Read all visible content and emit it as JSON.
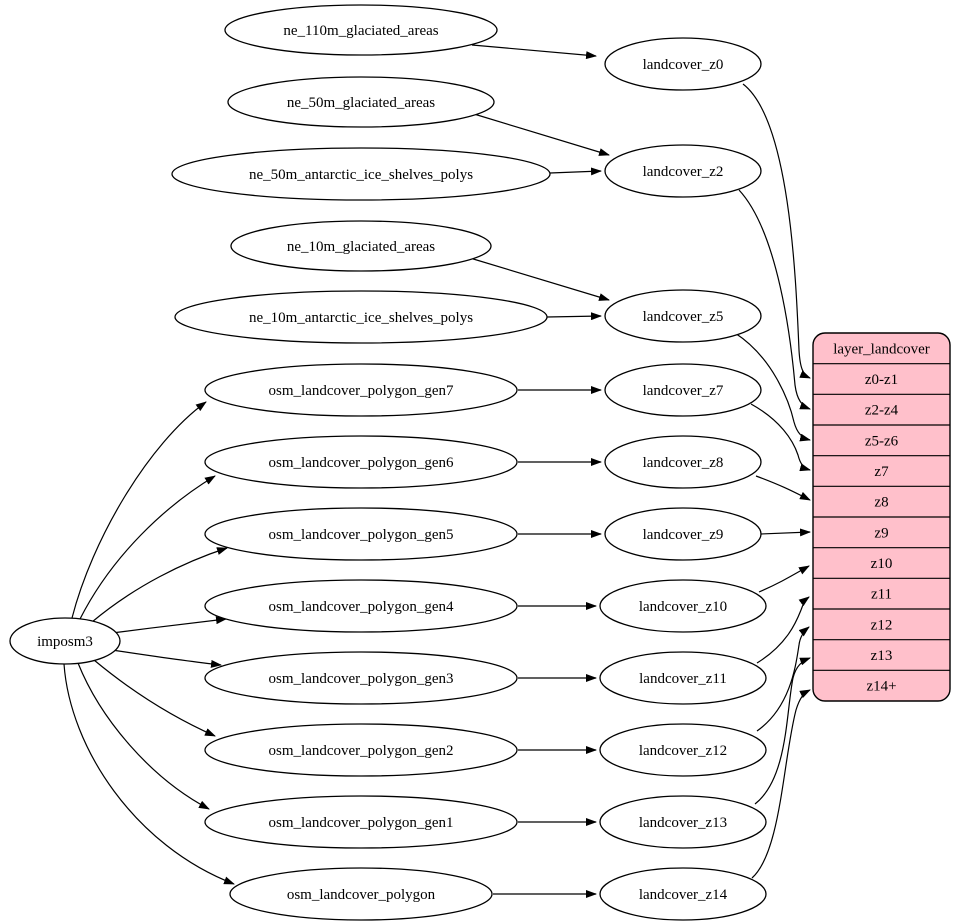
{
  "diagram": {
    "kind": "graphviz-flow",
    "colors": {
      "background": "#ffffff",
      "node_fill": "#ffffff",
      "node_stroke": "#000000",
      "edge_stroke": "#000000",
      "table_fill": "#ffc0cb",
      "table_stroke": "#000000",
      "text": "#000000"
    },
    "nodes": [
      {
        "id": "imposm3",
        "label": "imposm3"
      },
      {
        "id": "ne_110m_glaciated_areas",
        "label": "ne_110m_glaciated_areas"
      },
      {
        "id": "ne_50m_glaciated_areas",
        "label": "ne_50m_glaciated_areas"
      },
      {
        "id": "ne_50m_antarctic_ice_shelves_polys",
        "label": "ne_50m_antarctic_ice_shelves_polys"
      },
      {
        "id": "ne_10m_glaciated_areas",
        "label": "ne_10m_glaciated_areas"
      },
      {
        "id": "ne_10m_antarctic_ice_shelves_polys",
        "label": "ne_10m_antarctic_ice_shelves_polys"
      },
      {
        "id": "osm_landcover_polygon_gen7",
        "label": "osm_landcover_polygon_gen7"
      },
      {
        "id": "osm_landcover_polygon_gen6",
        "label": "osm_landcover_polygon_gen6"
      },
      {
        "id": "osm_landcover_polygon_gen5",
        "label": "osm_landcover_polygon_gen5"
      },
      {
        "id": "osm_landcover_polygon_gen4",
        "label": "osm_landcover_polygon_gen4"
      },
      {
        "id": "osm_landcover_polygon_gen3",
        "label": "osm_landcover_polygon_gen3"
      },
      {
        "id": "osm_landcover_polygon_gen2",
        "label": "osm_landcover_polygon_gen2"
      },
      {
        "id": "osm_landcover_polygon_gen1",
        "label": "osm_landcover_polygon_gen1"
      },
      {
        "id": "osm_landcover_polygon",
        "label": "osm_landcover_polygon"
      },
      {
        "id": "landcover_z0",
        "label": "landcover_z0"
      },
      {
        "id": "landcover_z2",
        "label": "landcover_z2"
      },
      {
        "id": "landcover_z5",
        "label": "landcover_z5"
      },
      {
        "id": "landcover_z7",
        "label": "landcover_z7"
      },
      {
        "id": "landcover_z8",
        "label": "landcover_z8"
      },
      {
        "id": "landcover_z9",
        "label": "landcover_z9"
      },
      {
        "id": "landcover_z10",
        "label": "landcover_z10"
      },
      {
        "id": "landcover_z11",
        "label": "landcover_z11"
      },
      {
        "id": "landcover_z12",
        "label": "landcover_z12"
      },
      {
        "id": "landcover_z13",
        "label": "landcover_z13"
      },
      {
        "id": "landcover_z14",
        "label": "landcover_z14"
      }
    ],
    "table": {
      "id": "layer_landcover",
      "title": "layer_landcover",
      "rows": [
        "z0-z1",
        "z2-z4",
        "z5-z6",
        "z7",
        "z8",
        "z9",
        "z10",
        "z11",
        "z12",
        "z13",
        "z14+"
      ]
    },
    "edges": [
      {
        "from": "ne_110m_glaciated_areas",
        "to": "landcover_z0"
      },
      {
        "from": "ne_50m_glaciated_areas",
        "to": "landcover_z2"
      },
      {
        "from": "ne_50m_antarctic_ice_shelves_polys",
        "to": "landcover_z2"
      },
      {
        "from": "ne_10m_glaciated_areas",
        "to": "landcover_z5"
      },
      {
        "from": "ne_10m_antarctic_ice_shelves_polys",
        "to": "landcover_z5"
      },
      {
        "from": "imposm3",
        "to": "osm_landcover_polygon_gen7"
      },
      {
        "from": "imposm3",
        "to": "osm_landcover_polygon_gen6"
      },
      {
        "from": "imposm3",
        "to": "osm_landcover_polygon_gen5"
      },
      {
        "from": "imposm3",
        "to": "osm_landcover_polygon_gen4"
      },
      {
        "from": "imposm3",
        "to": "osm_landcover_polygon_gen3"
      },
      {
        "from": "imposm3",
        "to": "osm_landcover_polygon_gen2"
      },
      {
        "from": "imposm3",
        "to": "osm_landcover_polygon_gen1"
      },
      {
        "from": "imposm3",
        "to": "osm_landcover_polygon"
      },
      {
        "from": "osm_landcover_polygon_gen7",
        "to": "landcover_z7"
      },
      {
        "from": "osm_landcover_polygon_gen6",
        "to": "landcover_z8"
      },
      {
        "from": "osm_landcover_polygon_gen5",
        "to": "landcover_z9"
      },
      {
        "from": "osm_landcover_polygon_gen4",
        "to": "landcover_z10"
      },
      {
        "from": "osm_landcover_polygon_gen3",
        "to": "landcover_z11"
      },
      {
        "from": "osm_landcover_polygon_gen2",
        "to": "landcover_z12"
      },
      {
        "from": "osm_landcover_polygon_gen1",
        "to": "landcover_z13"
      },
      {
        "from": "osm_landcover_polygon",
        "to": "landcover_z14"
      },
      {
        "from": "landcover_z0",
        "to": "layer_landcover",
        "port": "z0-z1"
      },
      {
        "from": "landcover_z2",
        "to": "layer_landcover",
        "port": "z2-z4"
      },
      {
        "from": "landcover_z5",
        "to": "layer_landcover",
        "port": "z5-z6"
      },
      {
        "from": "landcover_z7",
        "to": "layer_landcover",
        "port": "z7"
      },
      {
        "from": "landcover_z8",
        "to": "layer_landcover",
        "port": "z8"
      },
      {
        "from": "landcover_z9",
        "to": "layer_landcover",
        "port": "z9"
      },
      {
        "from": "landcover_z10",
        "to": "layer_landcover",
        "port": "z10"
      },
      {
        "from": "landcover_z11",
        "to": "layer_landcover",
        "port": "z11"
      },
      {
        "from": "landcover_z12",
        "to": "layer_landcover",
        "port": "z12"
      },
      {
        "from": "landcover_z13",
        "to": "layer_landcover",
        "port": "z13"
      },
      {
        "from": "landcover_z14",
        "to": "layer_landcover",
        "port": "z14+"
      }
    ]
  }
}
